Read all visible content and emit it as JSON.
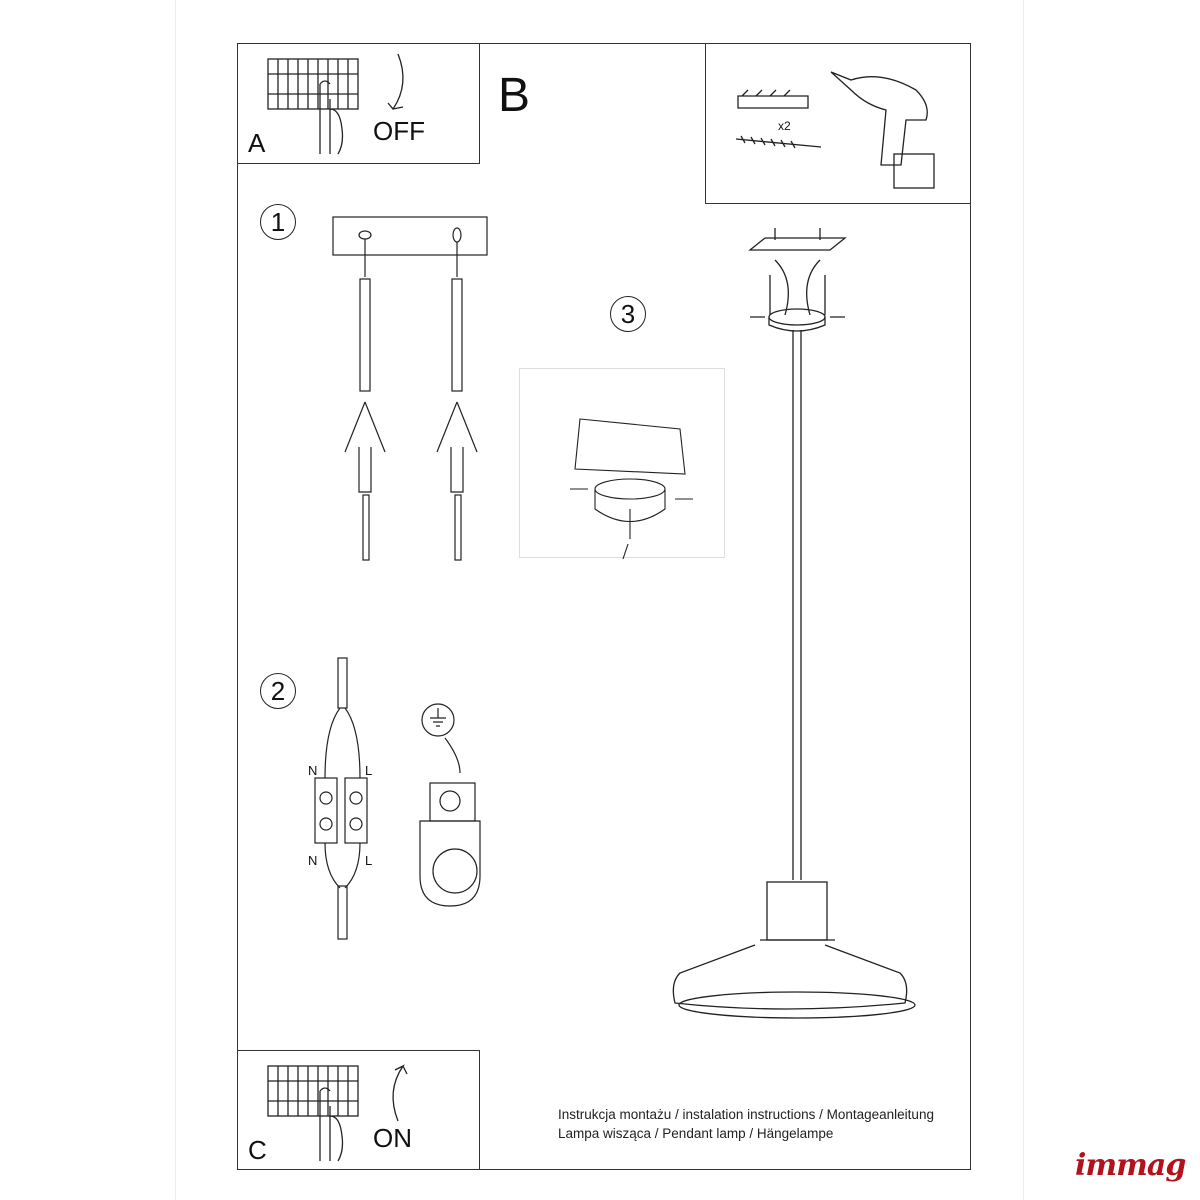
{
  "panel_a": {
    "label": "A",
    "action": "OFF"
  },
  "panel_b": {
    "label": "B",
    "quantity": "x2"
  },
  "panel_c": {
    "label": "C",
    "action": "ON"
  },
  "steps": [
    "1",
    "2",
    "3"
  ],
  "wiring": {
    "neutral": "N",
    "live": "L"
  },
  "caption": {
    "line1": "Instrukcja montażu / instalation instructions / Montageanleitung",
    "line2": "Lampa wisząca / Pendant lamp / Hängelampe"
  },
  "brand": "immag"
}
